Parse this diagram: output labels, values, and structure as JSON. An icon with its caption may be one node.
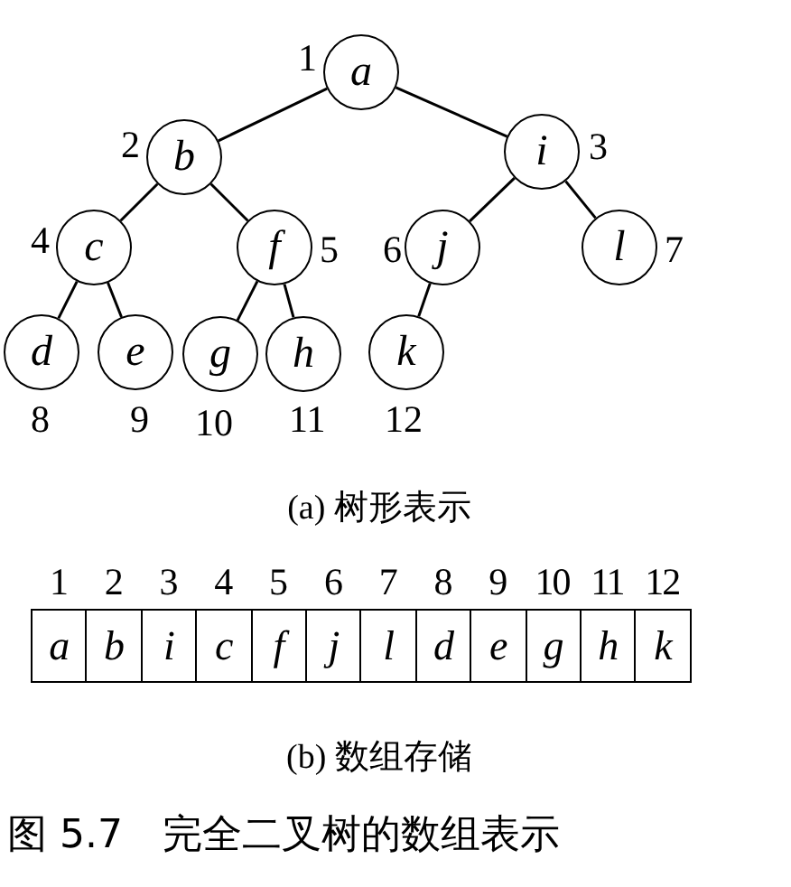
{
  "diagram": {
    "caption": "图 5.7　完全二叉树的数组表示",
    "nodes": [
      {
        "text": [
          "a"
        ],
        "beside": [
          "1"
        ]
      },
      {
        "text": [
          "b"
        ],
        "beside": [
          "2"
        ]
      },
      {
        "text": [
          "i"
        ],
        "beside": [
          "3"
        ]
      },
      {
        "text": [
          "c"
        ],
        "beside": [
          "4"
        ]
      },
      {
        "text": [
          "f"
        ],
        "beside": [
          "5"
        ]
      },
      {
        "text": [
          "j"
        ],
        "beside": [
          "6"
        ]
      },
      {
        "text": [
          "l"
        ],
        "beside": [
          "7"
        ]
      },
      {
        "text": [
          "d"
        ],
        "beside": [
          "8"
        ]
      },
      {
        "text": [
          "e"
        ],
        "beside": [
          "9"
        ]
      },
      {
        "text": [
          "g"
        ],
        "beside": [
          "10"
        ]
      },
      {
        "text": [
          "h"
        ],
        "beside": [
          "11"
        ]
      },
      {
        "text": [
          "k"
        ],
        "beside": [
          "12"
        ]
      },
      {
        "text": [
          "a"
        ],
        "beside": [
          "1"
        ]
      },
      {
        "text": [
          "b"
        ],
        "beside": [
          "2"
        ]
      },
      {
        "text": [
          "i"
        ],
        "beside": [
          "3"
        ]
      },
      {
        "text": [
          "c"
        ],
        "beside": [
          "4"
        ]
      },
      {
        "text": [
          "f"
        ],
        "beside": [
          "5"
        ]
      },
      {
        "text": [
          "j"
        ],
        "beside": [
          "6"
        ]
      },
      {
        "text": [
          "l"
        ],
        "beside": [
          "7"
        ]
      },
      {
        "text": [
          "d"
        ],
        "beside": [
          "8"
        ]
      },
      {
        "text": [
          "e"
        ],
        "beside": [
          "9"
        ]
      },
      {
        "text": [
          "g"
        ],
        "beside": [
          "10"
        ]
      },
      {
        "text": [
          "h"
        ],
        "beside": [
          "11"
        ]
      },
      {
        "text": [
          "k"
        ],
        "beside": [
          "12"
        ]
      }
    ],
    "edges": [
      {
        "from": 0,
        "to": 1,
        "arrow": "none"
      },
      {
        "from": 0,
        "to": 2,
        "arrow": "none"
      },
      {
        "from": 1,
        "to": 3,
        "arrow": "none"
      },
      {
        "from": 1,
        "to": 4,
        "arrow": "none"
      },
      {
        "from": 2,
        "to": 5,
        "arrow": "none"
      },
      {
        "from": 2,
        "to": 6,
        "arrow": "none"
      },
      {
        "from": 3,
        "to": 7,
        "arrow": "none"
      },
      {
        "from": 3,
        "to": 8,
        "arrow": "none"
      },
      {
        "from": 4,
        "to": 9,
        "arrow": "none"
      },
      {
        "from": 4,
        "to": 10,
        "arrow": "none"
      },
      {
        "from": 5,
        "to": 11,
        "arrow": "none"
      }
    ],
    "labels": [
      "(a) 树形表示",
      "(b) 数组存储"
    ]
  }
}
